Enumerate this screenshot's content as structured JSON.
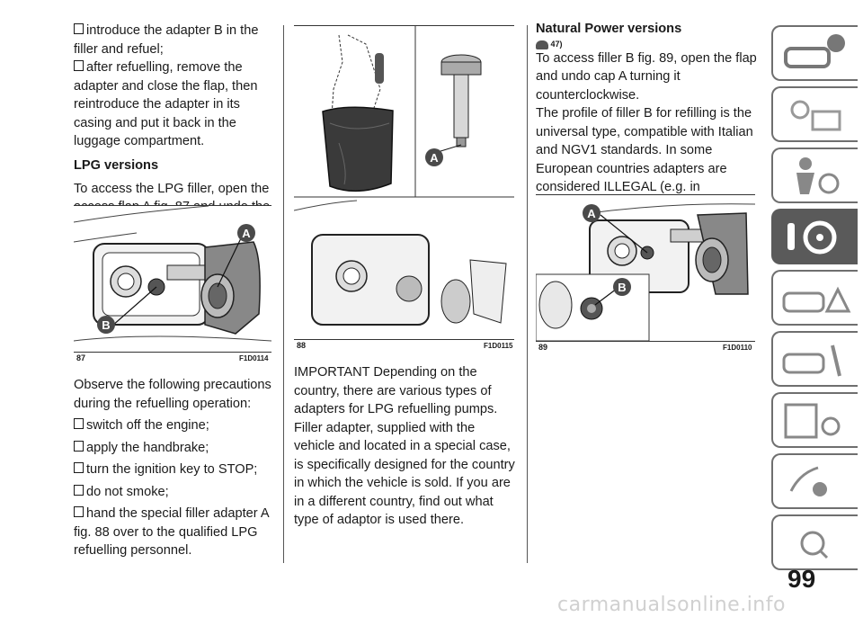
{
  "col1": {
    "b1": "introduce the adapter B in the filler and refuel;",
    "b2": "after refuelling, remove the adapter and close the flap, then reintroduce the adapter in its casing and put it back in the luggage compartment.",
    "h_lpg": "LPG versions",
    "p_lpg": "To access the LPG filler, open the access flap A fig. 87 and undo the cap B.",
    "p_obs": "Observe the following precautions during the refuelling operation:",
    "p1": "switch off the engine;",
    "p2": "apply the handbrake;",
    "p3": "turn the ignition key to STOP;",
    "p4": "do not smoke;",
    "p5": "hand the special filler adapter A fig. 88 over to the qualified LPG refuelling personnel."
  },
  "col2": {
    "important": "IMPORTANT Depending on the country, there are various types of adapters for LPG refuelling pumps. Filler adapter, supplied with the vehicle and located in a special case, is specifically designed for the country in which the vehicle is sold. If you are in a different country, find out what type of adaptor is used there."
  },
  "col3": {
    "h_np": "Natural Power versions",
    "warn_ref": "47)",
    "p_np1": "To access filler B fig. 89, open the flap and undo cap A turning it counterclockwise.",
    "p_np2": "The profile of filler B for refilling is the universal type, compatible with Italian and NGV1 standards. In some European countries adapters are considered ILLEGAL (e.g. in Germany)."
  },
  "figures": {
    "f87": {
      "num": "87",
      "code": "F1D0114",
      "a": "A",
      "b": "B"
    },
    "f88": {
      "num": "88",
      "code": "F1D0115",
      "a": "A"
    },
    "f89": {
      "num": "89",
      "code": "F1D0110",
      "a": "A",
      "b": "B"
    }
  },
  "page": {
    "number": "99",
    "watermark": "carmanualsonline.info"
  },
  "sidebar": [
    "car-info-icon",
    "warning-light-icon",
    "airbag-icon",
    "key-steering-icon",
    "emergency-icon",
    "maintenance-icon",
    "specs-icon",
    "multimedia-icon",
    "index-icon"
  ]
}
